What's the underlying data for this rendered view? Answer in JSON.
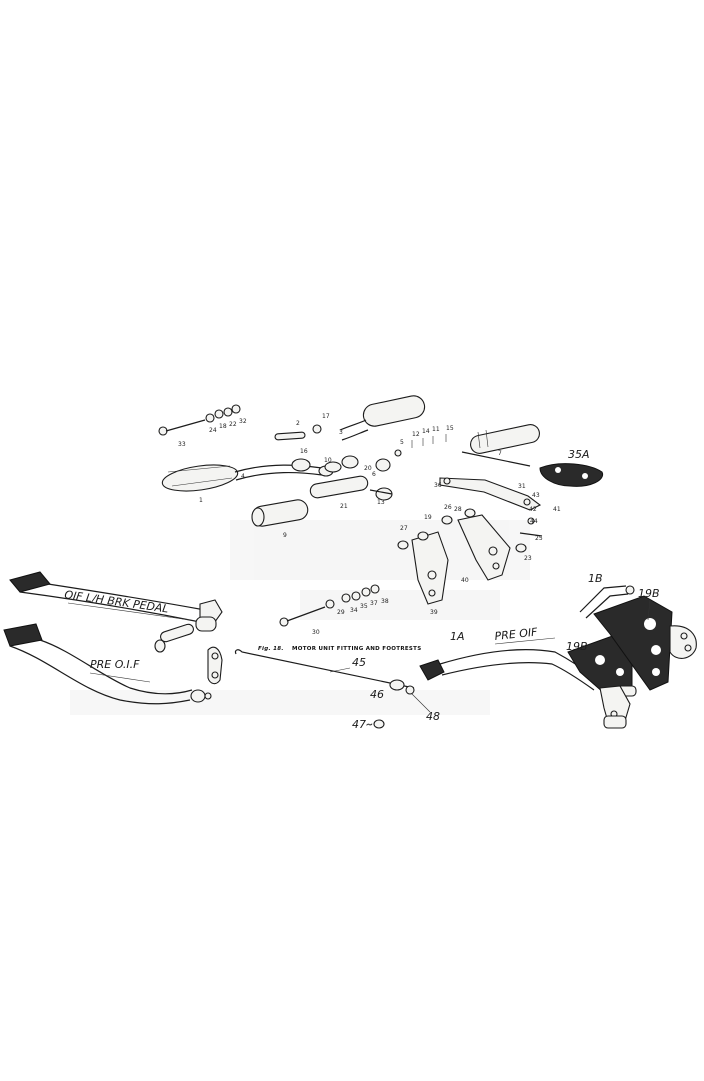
{
  "caption": {
    "fig": "Fig. 18.",
    "title": "MOTOR UNIT FITTING AND FOOTRESTS"
  },
  "handwritten": {
    "oif_brk_pedal": "OIF  L/H BRK PEDAL",
    "pre_oif_pedal": "PRE  O.I.F",
    "pre_oif_footrest": "PRE  OIF",
    "label_45": "45",
    "label_46": "46",
    "label_47": "47",
    "label_48": "48",
    "label_1a": "1A",
    "label_1b": "1B",
    "label_19b_top": "19B",
    "label_19b_mid": "19B",
    "label_35a": "35A"
  },
  "part_numbers": {
    "p33": "33",
    "p24": "24",
    "p18": "18",
    "p22": "22",
    "p32": "32",
    "p2": "2",
    "p17": "17",
    "p3": "3",
    "p16": "16",
    "p4": "4",
    "p10": "10",
    "p12": "12",
    "p5": "5",
    "p14": "14",
    "p6": "6",
    "p11": "11",
    "p15": "15",
    "p7": "7",
    "p20": "20",
    "p13": "13",
    "p21": "21",
    "p9": "9",
    "p36": "36",
    "p31": "31",
    "p27": "27",
    "p41": "41",
    "p42": "42",
    "p43": "43",
    "p44": "44",
    "p19": "19",
    "p26": "26",
    "p28": "28",
    "p25": "25",
    "p23": "23",
    "p30": "30",
    "p29": "29",
    "p34": "34",
    "p35": "35",
    "p37": "37",
    "p38": "38",
    "p39": "39",
    "p40": "40",
    "p1": "1"
  }
}
